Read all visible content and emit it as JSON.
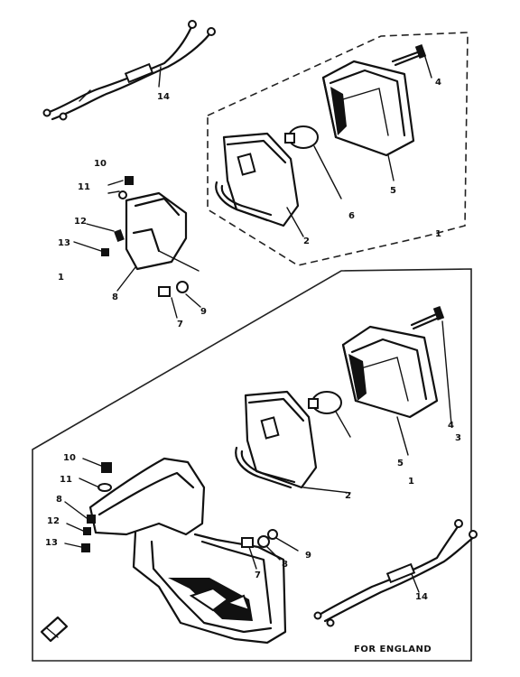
{
  "upper_assembly": {
    "labels": [
      "14",
      "4",
      "5",
      "6",
      "1",
      "2",
      "10",
      "11",
      "12",
      "13",
      "8",
      "7",
      "9",
      "1"
    ]
  },
  "lower_assembly": {
    "labels": [
      "4",
      "3",
      "5",
      "1",
      "2",
      "10",
      "11",
      "8",
      "12",
      "13",
      "7",
      "8",
      "9",
      "14"
    ],
    "caption": "FOR ENGLAND"
  }
}
